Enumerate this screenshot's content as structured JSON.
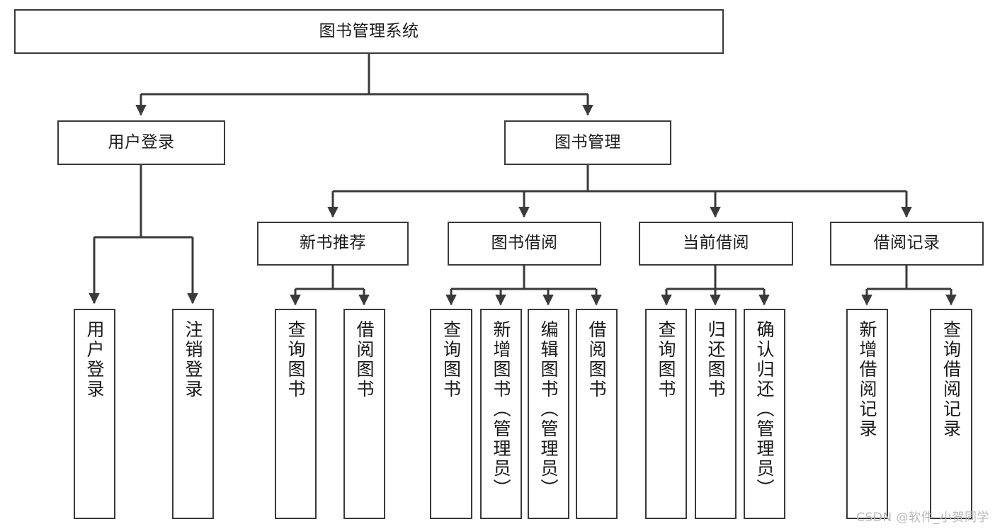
{
  "diagram": {
    "title": "图书管理系统",
    "watermark": "CSDN @软件_小贺同学",
    "line_color": "#3a3a3a",
    "box_fill": "#ffffff",
    "text_color": "#1a1a1a",
    "watermark_color": "#b9b9b9",
    "nodes": {
      "root": "图书管理系统",
      "user_login": "用户登录",
      "book_manage": "图书管理",
      "new_book_rec": "新书推荐",
      "book_borrow": "图书借阅",
      "current_borrow": "当前借阅",
      "borrow_record": "借阅记录",
      "leaf_user_login": "用户登录",
      "leaf_logout": "注销登录",
      "leaf_query_book_1": "查询图书",
      "leaf_borrow_book_1": "借阅图书",
      "leaf_query_book_2": "查询图书",
      "leaf_add_book_admin": "新增图书（管理员）",
      "leaf_edit_book_admin": "编辑图书（管理员）",
      "leaf_borrow_book_2": "借阅图书",
      "leaf_query_book_3": "查询图书",
      "leaf_return_book": "归还图书",
      "leaf_confirm_return_admin": "确认归还（管理员）",
      "leaf_add_borrow_record": "新增借阅记录",
      "leaf_query_borrow_record": "查询借阅记录"
    },
    "hierarchy": [
      {
        "level": 1,
        "label": "图书管理系统",
        "children": [
          {
            "level": 2,
            "label": "用户登录",
            "children": [
              {
                "level": 3,
                "label": "用户登录"
              },
              {
                "level": 3,
                "label": "注销登录"
              }
            ]
          },
          {
            "level": 2,
            "label": "图书管理",
            "children": [
              {
                "level": 3,
                "label": "新书推荐",
                "children": [
                  {
                    "level": 4,
                    "label": "查询图书"
                  },
                  {
                    "level": 4,
                    "label": "借阅图书"
                  }
                ]
              },
              {
                "level": 3,
                "label": "图书借阅",
                "children": [
                  {
                    "level": 4,
                    "label": "查询图书"
                  },
                  {
                    "level": 4,
                    "label": "新增图书（管理员）"
                  },
                  {
                    "level": 4,
                    "label": "编辑图书（管理员）"
                  },
                  {
                    "level": 4,
                    "label": "借阅图书"
                  }
                ]
              },
              {
                "level": 3,
                "label": "当前借阅",
                "children": [
                  {
                    "level": 4,
                    "label": "查询图书"
                  },
                  {
                    "level": 4,
                    "label": "归还图书"
                  },
                  {
                    "level": 4,
                    "label": "确认归还（管理员）"
                  }
                ]
              },
              {
                "level": 3,
                "label": "借阅记录",
                "children": [
                  {
                    "level": 4,
                    "label": "新增借阅记录"
                  },
                  {
                    "level": 4,
                    "label": "查询借阅记录"
                  }
                ]
              }
            ]
          }
        ]
      }
    ]
  }
}
